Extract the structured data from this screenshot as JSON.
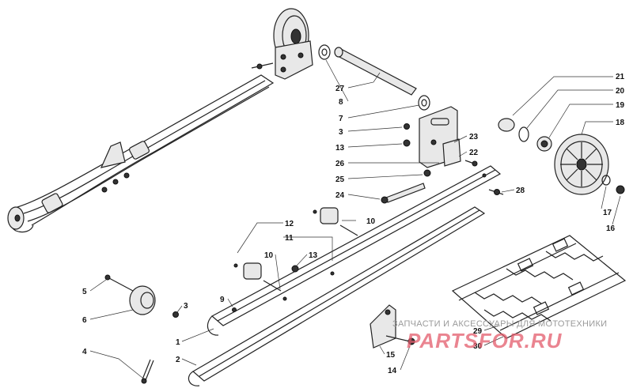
{
  "callouts": [
    {
      "id": "c21",
      "label": "21"
    },
    {
      "id": "c20",
      "label": "20"
    },
    {
      "id": "c19",
      "label": "19"
    },
    {
      "id": "c18",
      "label": "18"
    },
    {
      "id": "c23",
      "label": "23"
    },
    {
      "id": "c22",
      "label": "22"
    },
    {
      "id": "c27",
      "label": "27"
    },
    {
      "id": "c8",
      "label": "8"
    },
    {
      "id": "c7",
      "label": "7"
    },
    {
      "id": "c3a",
      "label": "3"
    },
    {
      "id": "c13a",
      "label": "13"
    },
    {
      "id": "c26",
      "label": "26"
    },
    {
      "id": "c25",
      "label": "25"
    },
    {
      "id": "c24",
      "label": "24"
    },
    {
      "id": "c28",
      "label": "28"
    },
    {
      "id": "c17",
      "label": "17"
    },
    {
      "id": "c16",
      "label": "16"
    },
    {
      "id": "c12",
      "label": "12"
    },
    {
      "id": "c11",
      "label": "11"
    },
    {
      "id": "c10a",
      "label": "10"
    },
    {
      "id": "c10b",
      "label": "10"
    },
    {
      "id": "c13b",
      "label": "13"
    },
    {
      "id": "c5",
      "label": "5"
    },
    {
      "id": "c6",
      "label": "6"
    },
    {
      "id": "c3b",
      "label": "3"
    },
    {
      "id": "c9",
      "label": "9"
    },
    {
      "id": "c1",
      "label": "1"
    },
    {
      "id": "c2",
      "label": "2"
    },
    {
      "id": "c4",
      "label": "4"
    },
    {
      "id": "c15",
      "label": "15"
    },
    {
      "id": "c14",
      "label": "14"
    },
    {
      "id": "c29",
      "label": "29"
    },
    {
      "id": "c30",
      "label": "30"
    }
  ],
  "watermark": {
    "tagline": "ЗАПЧАСТИ И АКСЕССУАРЫ ДЛЯ МОТОТЕХНИКИ",
    "brand": "PARTSFOR.RU"
  }
}
